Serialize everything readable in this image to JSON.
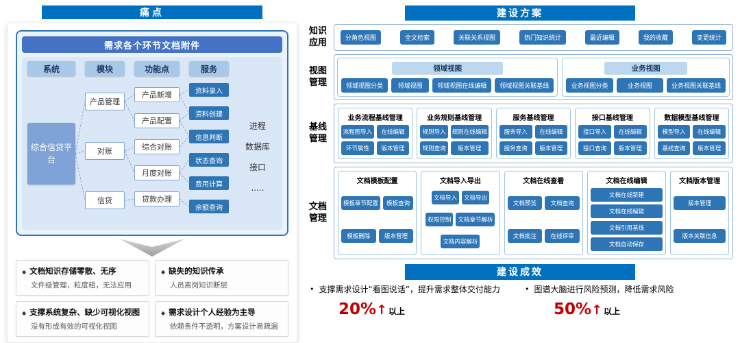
{
  "colors": {
    "accent": "#0070C0",
    "button_blue": "#2E75B6",
    "group_border": "#9DC3E6",
    "light_blue_bg": "#D9E7F6",
    "metric_red": "#C00000"
  },
  "pain": {
    "header": "痛点",
    "diagram": {
      "title": "需求各个环节文档附件",
      "columns": {
        "system": "系统",
        "module": "模块",
        "function": "功能点",
        "service": "服务"
      },
      "system_node": "综合信贷平台",
      "modules": [
        "产品管理",
        "对账",
        "信贷"
      ],
      "functions": [
        "产品新增",
        "产品配置",
        "综合对账",
        "月度对账",
        "贷款办理"
      ],
      "services": [
        "资料录入",
        "资料创建",
        "信息判断",
        "状态查询",
        "费用计算",
        "余额查询"
      ],
      "side_items": [
        "进程",
        "数据库",
        "接口",
        "....."
      ]
    },
    "bullet": "◆",
    "issues": [
      {
        "title": "文档知识存储零散、无序",
        "desc": "文件级管理，粒度粗，无法应用"
      },
      {
        "title": "缺失的知识传承",
        "desc": "人员离岗知识断层"
      },
      {
        "title": "支撑系统复杂、缺少可视化视图",
        "desc": "没有形成有效的可视化视图"
      },
      {
        "title": "需求设计个人经验为主导",
        "desc": "依赖条件不透明，方案设计易疏漏"
      }
    ]
  },
  "plan": {
    "header": "建设方案",
    "knowledge": {
      "label": "知识应用",
      "items": [
        "分角色视图",
        "全文检索",
        "关联关系视图",
        "热门知识统计",
        "最近编辑",
        "我的收藏",
        "变更统计"
      ]
    },
    "views": {
      "label": "视图管理",
      "groups": [
        {
          "title": "领域视图",
          "items": [
            "领域视图分类",
            "领域视图",
            "领域视图在线编辑",
            "领域视图关联基线"
          ]
        },
        {
          "title": "业务视图",
          "items": [
            "业务视图分类",
            "业务视图",
            "业务视图关联基线"
          ]
        }
      ]
    },
    "baseline": {
      "label": "基线管理",
      "groups": [
        {
          "title": "业务流程基线管理",
          "items": [
            "流程图导入",
            "在线编辑",
            "环节属性",
            "版本管理"
          ]
        },
        {
          "title": "业务规则基线管理",
          "items": [
            "规则导入",
            "规则在线编辑",
            "规则查询",
            "版本管理"
          ]
        },
        {
          "title": "服务基线管理",
          "items": [
            "服务导入",
            "在线编辑",
            "服务查询",
            "版本管理"
          ]
        },
        {
          "title": "接口基线管理",
          "items": [
            "接口导入",
            "在线编辑",
            "接口查询",
            "版本管理"
          ]
        },
        {
          "title": "数据模型基线管理",
          "items": [
            "模型导入",
            "在线编辑",
            "基线查询",
            "版本管理"
          ]
        }
      ]
    },
    "docs": {
      "label": "文档管理",
      "groups": [
        {
          "title": "文档模板配置",
          "items": [
            "模板章节配置",
            "模板查询",
            "模板删除",
            "版本管理"
          ]
        },
        {
          "title": "文档导入导出",
          "items": [
            "文档导入",
            "文档导出",
            "权限控制",
            "文档章节解析",
            "文档内容解析"
          ]
        },
        {
          "title": "文档在线查看",
          "items": [
            "文档预览",
            "文档查询",
            "文档批注",
            "在线评审"
          ]
        },
        {
          "title": "文档在线编辑",
          "items": [
            "文档在线新建",
            "文档在线编辑",
            "文档引用基线",
            "文档自动保存"
          ]
        },
        {
          "title": "文档版本管理",
          "items": [
            "版本管理",
            "版本关联信息"
          ]
        }
      ]
    }
  },
  "results": {
    "header": "建设成效",
    "bullet": "•",
    "items": [
      {
        "text": "支撑需求设计“看图说话”，提升需求整体交付能力",
        "value": "20%",
        "arrow": "↑",
        "suffix": "以上"
      },
      {
        "text": "图谱大脑进行风险预测，降低需求风险",
        "value": "50%",
        "arrow": "↑",
        "suffix": "以上"
      }
    ]
  }
}
